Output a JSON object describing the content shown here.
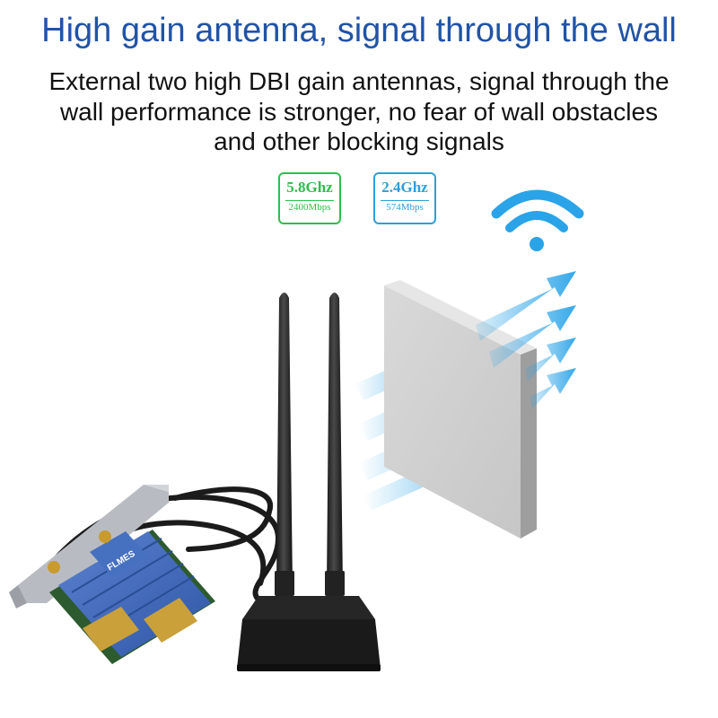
{
  "header": {
    "title": "High gain antenna, signal through the wall",
    "description": "External two high DBI gain antennas, signal through the wall performance is stronger, no fear of wall obstacles and other blocking signals"
  },
  "badges": [
    {
      "frequency": "5.8Ghz",
      "speed": "2400Mbps",
      "color": "#2dbf4a"
    },
    {
      "frequency": "2.4Ghz",
      "speed": "574Mbps",
      "color": "#2e9fd9"
    }
  ],
  "card": {
    "brand": "FLMES"
  },
  "colors": {
    "title": "#2153a7",
    "signal": "#2aa3e8",
    "heatsink": "#3f68b8"
  },
  "icons": [
    "wifi-icon"
  ]
}
